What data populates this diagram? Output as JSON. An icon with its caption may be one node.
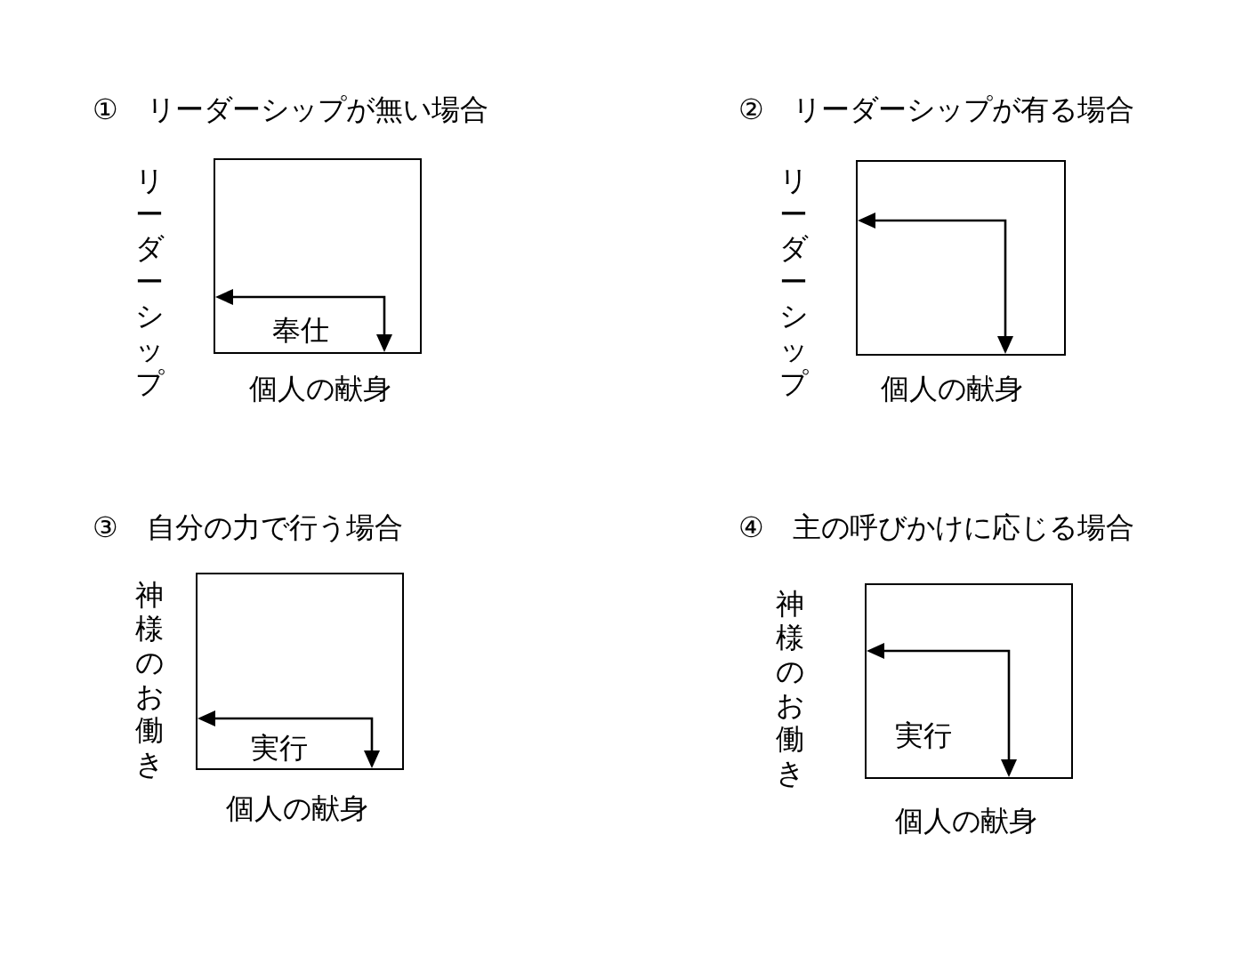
{
  "diagram": {
    "nodes": [
      {
        "text": [
          "奉仕"
        ],
        "beside": [
          "リーダーシップ",
          "個人の献身"
        ]
      },
      {
        "text": [],
        "shape": "box",
        "beside": [
          "リーダーシップ",
          "個人の献身"
        ]
      },
      {
        "text": [
          "実行"
        ],
        "beside": [
          "神様のお働き",
          "個人の献身"
        ]
      },
      {
        "text": [
          "実行"
        ],
        "beside": [
          "神様のお働き",
          "個人の献身"
        ]
      }
    ],
    "labels": [
      "①　リーダーシップが無い場合",
      "②　リーダーシップが有る場合",
      "③　自分の力で行う場合",
      "④　主の呼びかけに応じる場合"
    ]
  }
}
